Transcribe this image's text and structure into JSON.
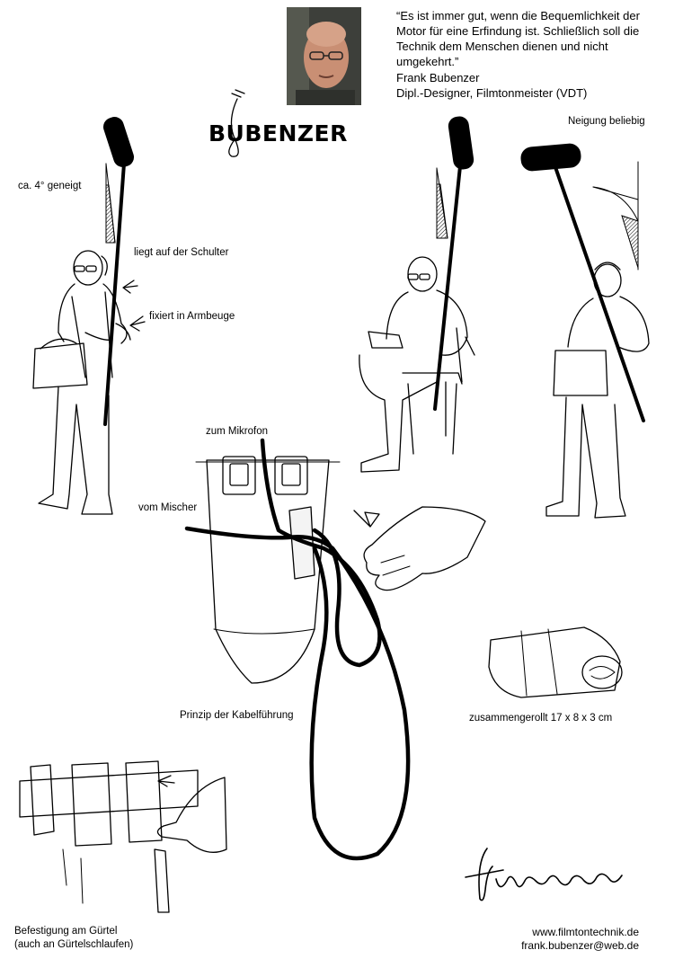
{
  "quote": {
    "text": "“Es ist immer gut, wenn die Bequemlichkeit der Motor für eine Erfindung ist. Schließlich soll die Technik dem Menschen dienen und nicht umgekehrt.”",
    "author_name": "Frank Bubenzer",
    "author_title": "Dipl.-Designer, Filmtonmeister (VDT)"
  },
  "logo": {
    "text": "BUBENZER"
  },
  "labels": {
    "tilt": "ca. 4° geneigt",
    "shoulder": "liegt auf der Schulter",
    "elbow": "fixiert in Armbeuge",
    "free_tilt": "Neigung beliebig",
    "to_mic": "zum Mikrofon",
    "from_mixer": "vom Mischer",
    "principle": "Prinzip der Kabelführung",
    "rolled": "zusammengerollt 17 x 8 x 3 cm",
    "belt_line1": "Befestigung am Gürtel",
    "belt_line2": "(auch an Gürtelschlaufen)"
  },
  "signature": {
    "text": "fbubenzer"
  },
  "contact": {
    "website": "www.filmtontechnik.de",
    "email": "frank.bubenzer@web.de"
  },
  "icons": [
    "portrait-photo",
    "boom-microphone-icon",
    "arrow-pointer-icon",
    "angle-gauge-icon"
  ]
}
